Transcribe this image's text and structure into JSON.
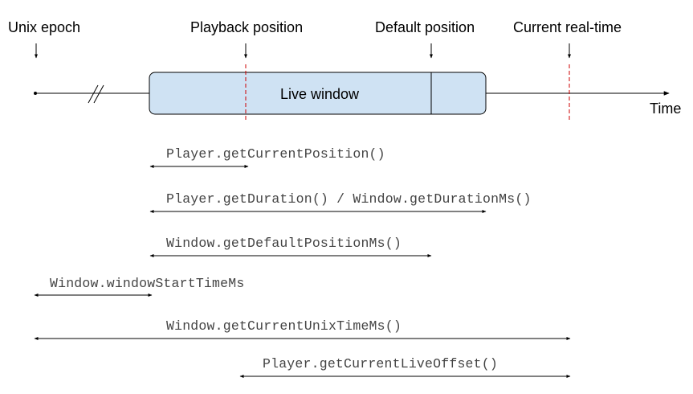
{
  "markers": {
    "unix_epoch": "Unix epoch",
    "playback_position": "Playback position",
    "default_position": "Default position",
    "current_realtime": "Current real-time"
  },
  "timeline": {
    "axis_label": "Time",
    "window_label": "Live window"
  },
  "spans": {
    "current_position": "Player.getCurrentPosition()",
    "duration": "Player.getDuration() / Window.getDurationMs()",
    "default_position_ms": "Window.getDefaultPositionMs()",
    "window_start_time": "Window.windowStartTimeMs",
    "current_unix_time": "Window.getCurrentUnixTimeMs()",
    "current_live_offset": "Player.getCurrentLiveOffset()"
  },
  "colors": {
    "window_fill": "#cfe2f3",
    "marker_dashed": "#cc0000",
    "line": "#000000"
  }
}
